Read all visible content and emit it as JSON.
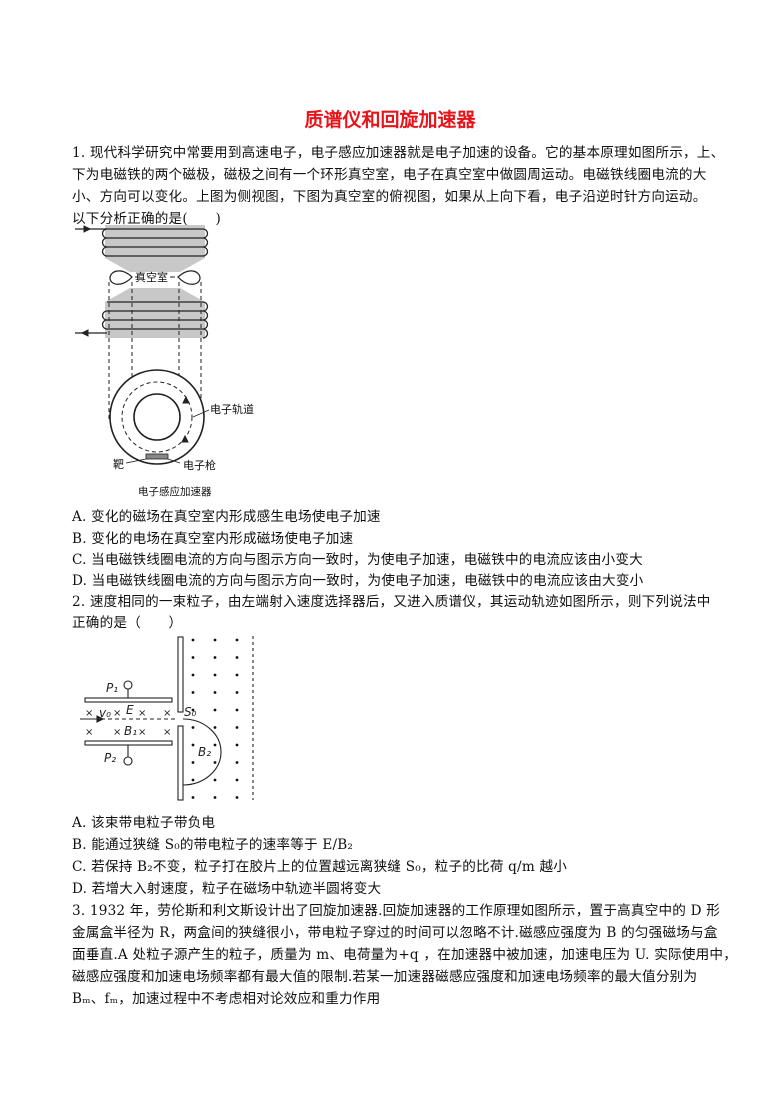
{
  "title": "质谱仪和回旋加速器",
  "q1": {
    "lines": [
      "1. 现代科学研究中常要用到高速电子，电子感应加速器就是电子加速的设备。它的基本原理如图所示，上、",
      "下为电磁铁的两个磁极，磁极之间有一个环形真空室，电子在真空室中做圆周运动。电磁铁线圈电流的大",
      "小、方向可以变化。上图为侧视图，下图为真空室的俯视图，如果从上向下看，电子沿逆时针方向运动。",
      "以下分析正确的是(　　)"
    ],
    "figure": {
      "vacuum_chamber": "真空室",
      "electron_orbit": "电子轨道",
      "target": "靶",
      "electron_gun": "电子枪",
      "caption": "电子感应加速器"
    },
    "options": [
      "A. 变化的磁场在真空室内形成感生电场使电子加速",
      "B. 变化的电场在真空室内形成磁场使电子加速",
      "C. 当电磁铁线圈电流的方向与图示方向一致时，为使电子加速，电磁铁中的电流应该由小变大",
      "D. 当电磁铁线圈电流的方向与图示方向一致时，为使电子加速，电磁铁中的电流应该由大变小"
    ]
  },
  "q2": {
    "lines": [
      "2. 速度相同的一束粒子，由左端射入速度选择器后，又进入质谱仪，其运动轨迹如图所示，则下列说法中",
      "正确的是（　　）"
    ],
    "figure": {
      "p1": "P₁",
      "p2": "P₂",
      "v0": "v₀",
      "e": "E",
      "b1": "B₁",
      "s0": "S₀",
      "b2": "B₂",
      "cross": "×"
    },
    "options": [
      "A. 该束带电粒子带负电",
      "B. 能通过狭缝 S₀的带电粒子的速率等于 E/B₂",
      "C. 若保持 B₂不变，粒子打在胶片上的位置越远离狭缝 S₀，粒子的比荷 q/m 越小",
      "D. 若增大入射速度，粒子在磁场中轨迹半圆将变大"
    ]
  },
  "q3": {
    "lines": [
      "3. 1932 年，劳伦斯和利文斯设计出了回旋加速器.回旋加速器的工作原理如图所示，置于高真空中的 D 形",
      "金属盒半径为 R，两盒间的狭缝很小，带电粒子穿过的时间可以忽略不计.磁感应强度为 B 的匀强磁场与盒",
      "面垂直.A 处粒子源产生的粒子，质量为 m、电荷量为+q ，在加速器中被加速，加速电压为 U. 实际使用中，",
      "磁感应强度和加速电场频率都有最大值的限制.若某一加速器磁感应强度和加速电场频率的最大值分别为",
      "Bₘ、fₘ，加速过程中不考虑相对论效应和重力作用"
    ]
  },
  "colors": {
    "title": "#e8141b",
    "text": "#111111"
  }
}
